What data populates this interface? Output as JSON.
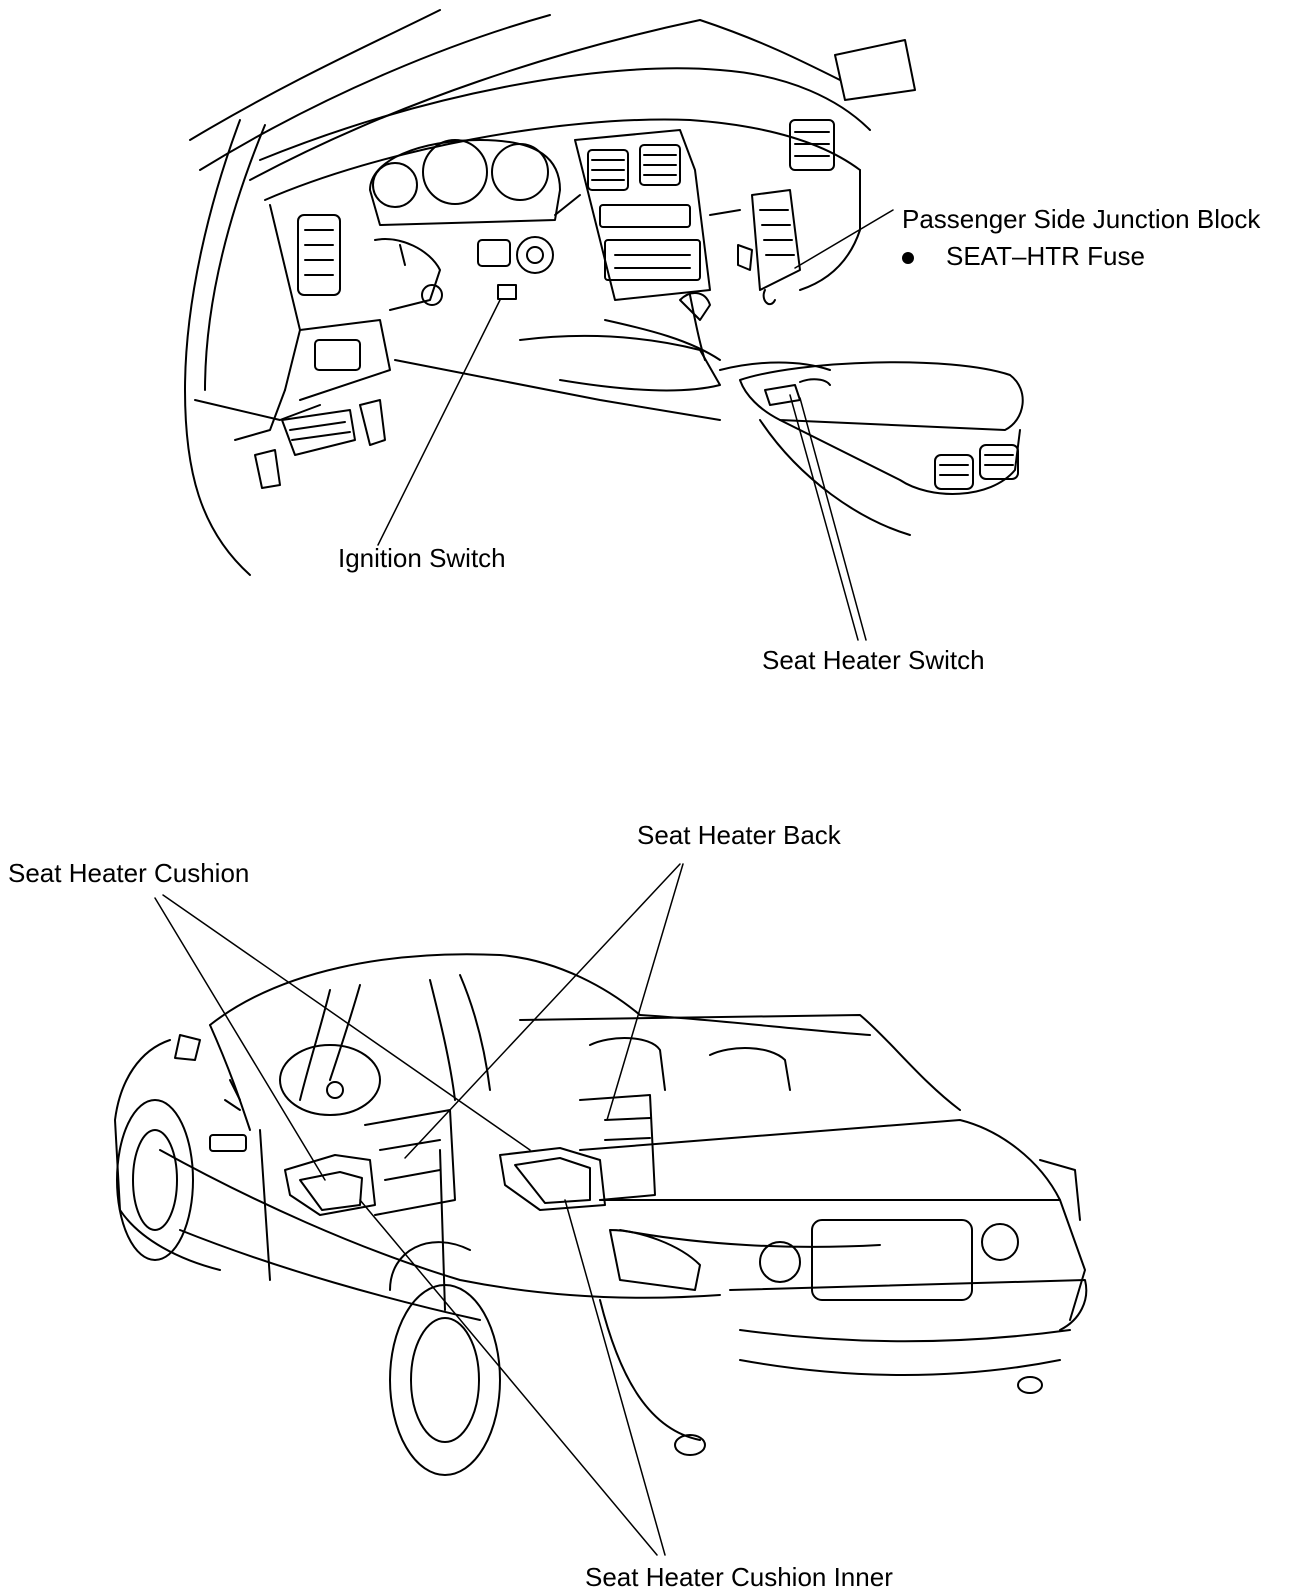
{
  "labels": {
    "junction_block": "Passenger Side Junction Block",
    "fuse": "SEAT–HTR Fuse",
    "ignition_switch": "Ignition Switch",
    "seat_heater_switch": "Seat Heater Switch",
    "seat_heater_back": "Seat Heater Back",
    "seat_heater_cushion": "Seat Heater Cushion",
    "seat_heater_cushion_inner": "Seat Heater Cushion Inner"
  },
  "colors": {
    "ink": "#000000",
    "paper": "#ffffff"
  }
}
